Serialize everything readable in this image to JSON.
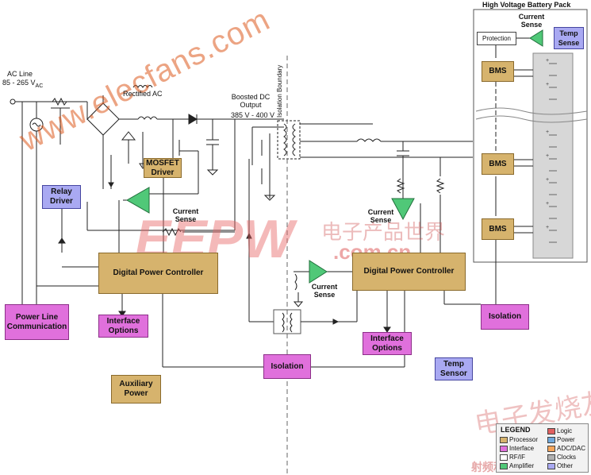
{
  "battery_pack": {
    "title": "High Voltage Battery Pack",
    "protection": "Protection",
    "bms": [
      "BMS",
      "BMS",
      "BMS"
    ]
  },
  "labels": {
    "current_sense": "Current Sense",
    "temp_sense": "Temp Sense",
    "ac_line": "AC Line",
    "ac_range": "85 - 265 V",
    "ac_suffix": "AC",
    "rectified_ac": "Rectified AC",
    "boosted_dc": "Boosted DC Output",
    "dc_range": "385 V - 400 V",
    "isolation_boundary": "Isolation Boundary"
  },
  "blocks": {
    "mosfet_driver": "MOSFET Driver",
    "relay_driver": "Relay Driver",
    "dpc_left": "Digital Power Controller",
    "dpc_right": "Digital Power Controller",
    "power_line_comm": "Power Line Communication",
    "interface_left": "Interface Options",
    "interface_right": "Interface Options",
    "isolation_right": "Isolation",
    "isolation_bottom": "Isolation",
    "temp_sensor": "Temp Sensor",
    "aux_power": "Auxiliary Power"
  },
  "legend": {
    "title": "LEGEND",
    "items": [
      {
        "label": "Processor",
        "color": "#d6b36d"
      },
      {
        "label": "Interface",
        "color": "#e070dc"
      },
      {
        "label": "RF/IF",
        "color": "#ffffff"
      },
      {
        "label": "Amplifier",
        "color": "#50c878"
      },
      {
        "label": "Logic",
        "color": "#e06060"
      },
      {
        "label": "Power",
        "color": "#6fa8dc"
      },
      {
        "label": "ADC/DAC",
        "color": "#f5a55a"
      },
      {
        "label": "Clocks",
        "color": "#b0b0b0"
      },
      {
        "label": "Other",
        "color": "#a9a9f2"
      }
    ]
  },
  "watermarks": {
    "elecfans": "www.elecfans.com",
    "eepw": "EEPW",
    "eepw_cn": "电子产品世界",
    "eepw_domain": ".com.cn",
    "stamp_1": "电子发烧友",
    "stamp_2": "射频和无线世家"
  },
  "colors": {
    "processor": "#d6b36d",
    "interface": "#e070dc",
    "other": "#a9a9f2",
    "amplifier": "#50c878"
  }
}
